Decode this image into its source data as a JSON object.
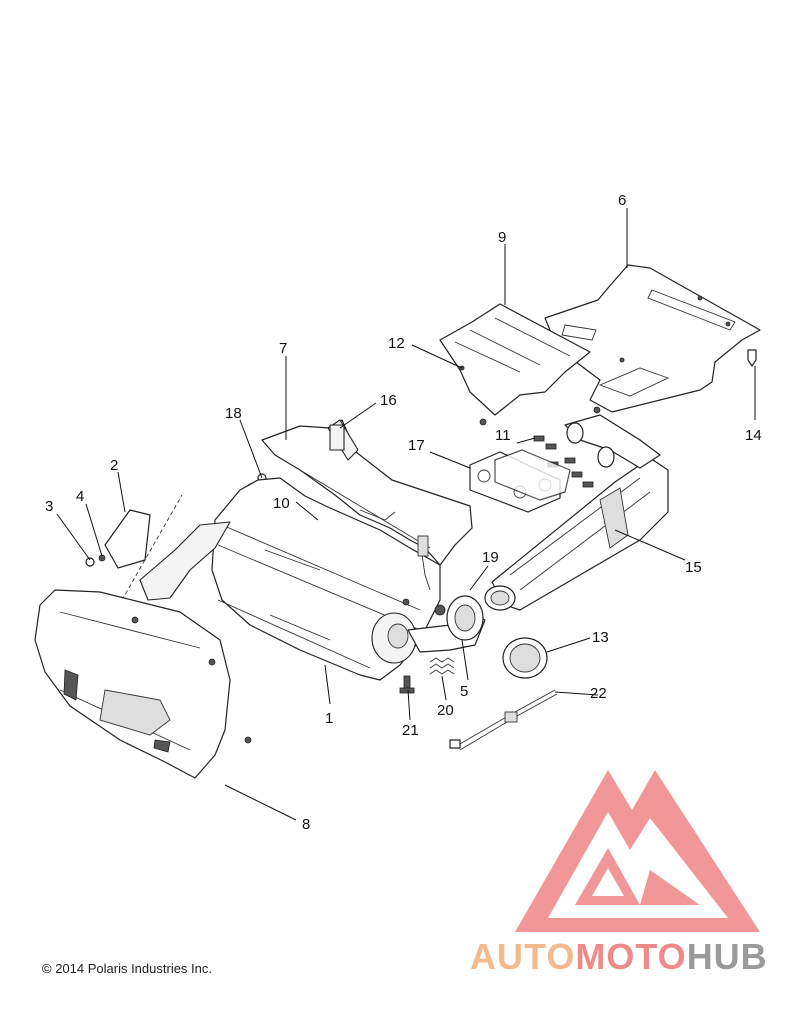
{
  "callouts": [
    {
      "id": "1",
      "label": "1"
    },
    {
      "id": "2",
      "label": "2"
    },
    {
      "id": "3",
      "label": "3"
    },
    {
      "id": "4",
      "label": "4"
    },
    {
      "id": "5",
      "label": "5"
    },
    {
      "id": "6",
      "label": "6"
    },
    {
      "id": "7",
      "label": "7"
    },
    {
      "id": "8",
      "label": "8"
    },
    {
      "id": "9",
      "label": "9"
    },
    {
      "id": "10",
      "label": "10"
    },
    {
      "id": "11",
      "label": "11"
    },
    {
      "id": "12",
      "label": "12"
    },
    {
      "id": "13",
      "label": "13"
    },
    {
      "id": "14",
      "label": "14"
    },
    {
      "id": "15",
      "label": "15"
    },
    {
      "id": "16",
      "label": "16"
    },
    {
      "id": "17",
      "label": "17"
    },
    {
      "id": "18",
      "label": "18"
    },
    {
      "id": "19",
      "label": "19"
    },
    {
      "id": "20",
      "label": "20"
    },
    {
      "id": "21",
      "label": "21"
    },
    {
      "id": "22",
      "label": "22"
    }
  ],
  "copyright": "© 2014 Polaris Industries Inc.",
  "watermark": {
    "part1": "AUTO",
    "part2": "MOTO",
    "part3": "HUB",
    "colors": {
      "auto": "#f5b98e",
      "moto": "#ef8a8a",
      "hub": "#9a9a9a",
      "logo": "#f08c8c"
    }
  }
}
